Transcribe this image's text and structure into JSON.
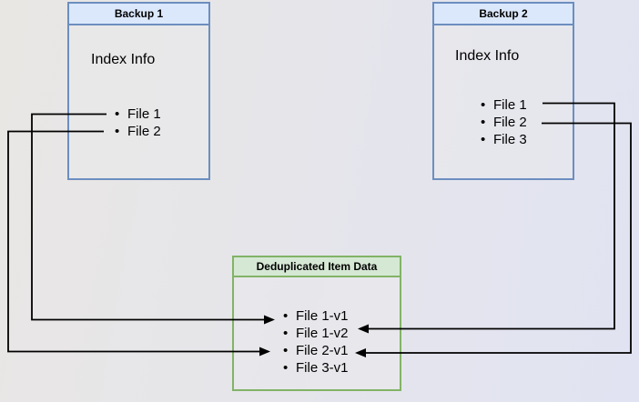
{
  "palette": {
    "blue_border": "#6c8ebf",
    "blue_header_fill": "#dbe8fc",
    "green_border": "#82b366",
    "green_header_fill": "#d5e8d4",
    "connector": "#000000",
    "bg_left": "#e9e7e4",
    "bg_right": "#e1e3f2"
  },
  "diagram": {
    "backup1": {
      "title": "Backup 1",
      "subtitle": "Index Info",
      "items": [
        "File 1",
        "File 2"
      ]
    },
    "backup2": {
      "title": "Backup 2",
      "subtitle": "Index Info",
      "items": [
        "File 1",
        "File 2",
        "File 3"
      ]
    },
    "dedup": {
      "title": "Deduplicated Item Data",
      "items": [
        "File 1-v1",
        "File 1-v2",
        "File 2-v1",
        "File 3-v1"
      ]
    },
    "connections": [
      {
        "from": "Backup 1 / File 1",
        "to": "File 1-v1"
      },
      {
        "from": "Backup 1 / File 2",
        "to": "File 2-v1"
      },
      {
        "from": "Backup 2 / File 1",
        "to": "File 1-v2"
      },
      {
        "from": "Backup 2 / File 2",
        "to": "File 2-v1"
      }
    ]
  }
}
